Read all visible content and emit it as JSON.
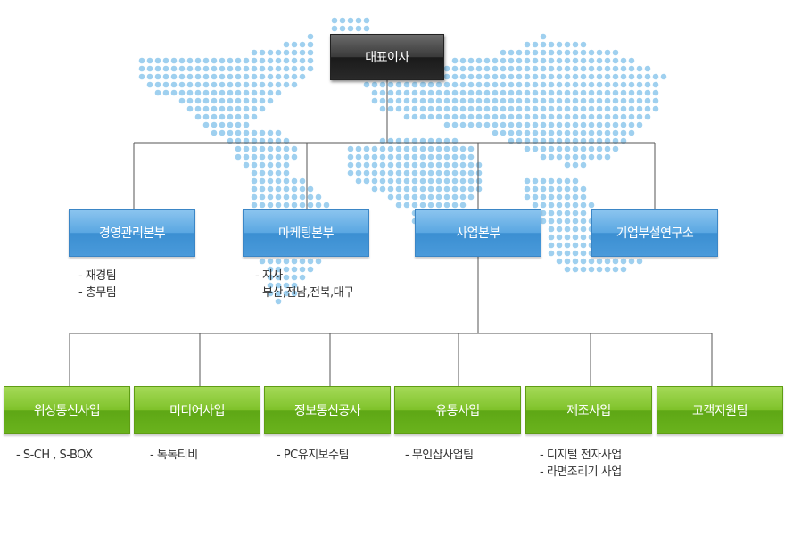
{
  "ceo": "대표이사",
  "divisions": [
    {
      "label": "경영관리본부",
      "notes": [
        "- 재경팀",
        "- 총무팀"
      ]
    },
    {
      "label": "마케팅본부",
      "notes": [
        "- 지사",
        "부산,전남,전북,대구"
      ]
    },
    {
      "label": "사업본부",
      "notes": []
    },
    {
      "label": "기업부설연구소",
      "notes": []
    }
  ],
  "businesses": [
    {
      "label": "위성통신사업",
      "notes": [
        "- S-CH , S-BOX"
      ]
    },
    {
      "label": "미디어사업",
      "notes": [
        "- 톡톡티비"
      ]
    },
    {
      "label": "정보통신공사",
      "notes": [
        "- PC유지보수팀"
      ]
    },
    {
      "label": "유통사업",
      "notes": [
        "- 무인샵사업팀"
      ]
    },
    {
      "label": "제조사업",
      "notes": [
        "- 디지털 전자사업",
        "- 라면조리기 사업"
      ]
    },
    {
      "label": "고객지원팀",
      "notes": []
    }
  ],
  "colors": {
    "map_dot": "#9fd0ef",
    "line": "#555555",
    "division": "#4a9ada",
    "business": "#6ab31d",
    "ceo": "#2a2a2a"
  }
}
